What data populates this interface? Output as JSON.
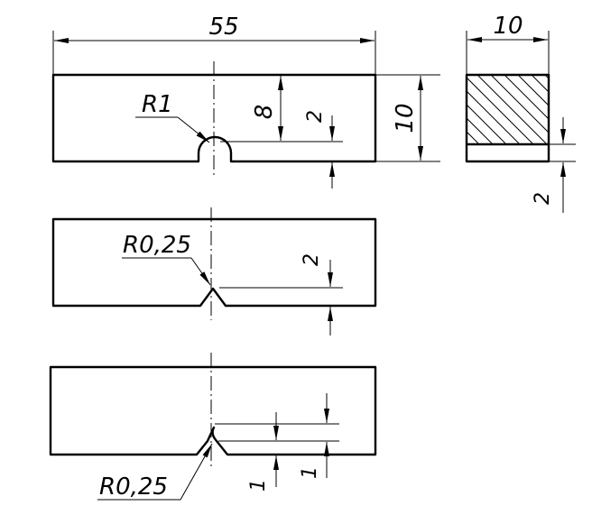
{
  "drawing": {
    "dimensions": {
      "top_length": "55",
      "section_width": "10",
      "height": "10",
      "notch_depth_upper": "8",
      "notch_depth_u": "2",
      "section_step": "2",
      "notch_depth_v": "2",
      "notch_depth_a": "1",
      "notch_depth_b": "1"
    },
    "radii": {
      "u_notch": "R1",
      "v_notch": "R0,25",
      "v_notch_crack": "R0,25"
    }
  }
}
